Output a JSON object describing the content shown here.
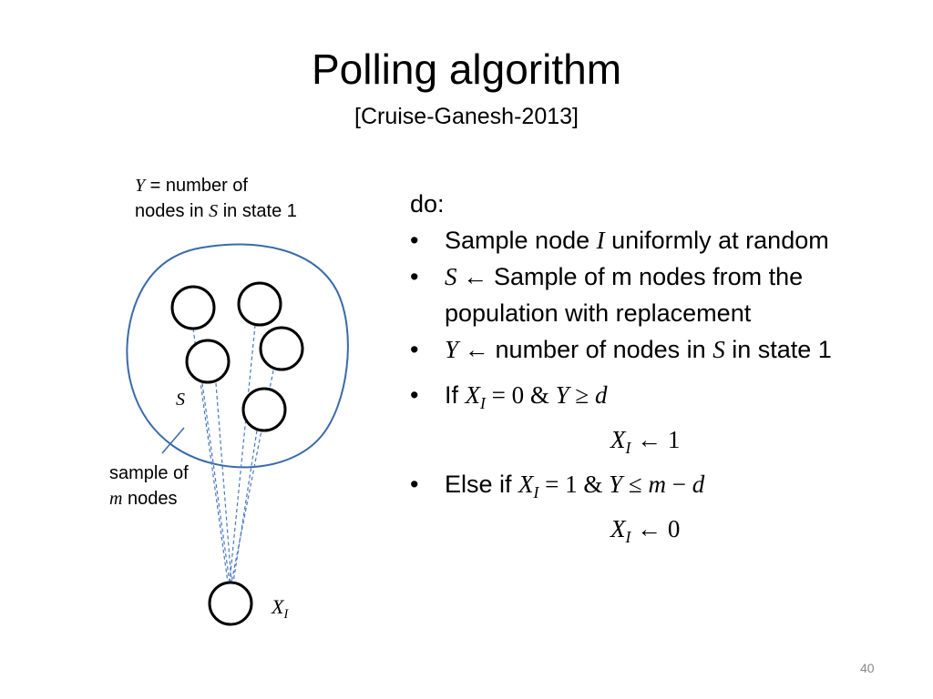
{
  "slide": {
    "title": "Polling algorithm",
    "subtitle": "[Cruise-Ganesh-2013]",
    "page_number": "40"
  },
  "diagram": {
    "y_label_var": "Y",
    "y_label_text1": " = number of",
    "y_label_text2a": "nodes in ",
    "y_label_var_s": "S",
    "y_label_text2b": " in state 1",
    "set_label": "S",
    "sample_label_line1": "sample of",
    "sample_label_var": "m",
    "sample_label_line2": " nodes",
    "xi_label_base": "X",
    "xi_label_sub": "I"
  },
  "algorithm": {
    "do_label": "do:",
    "bullet": "•",
    "step1_a": "Sample node ",
    "step1_var": "I",
    "step1_b": " uniformly at random",
    "step2_var": "S",
    "step2_arrow": " ← ",
    "step2_a": "Sample of m nodes from the",
    "step2_b": "population with replacement",
    "step3_var": "Y",
    "step3_arrow": " ← ",
    "step3_a": "number of nodes in ",
    "step3_var2": "S",
    "step3_b": " in state 1",
    "if_label": "If ",
    "if_cond_x": "X",
    "if_cond_sub": "I",
    "if_cond_rest1": " = 0 & ",
    "if_cond_y": "Y",
    "if_cond_rest2": " ≥ ",
    "if_cond_d": "d",
    "if_assign_x": "X",
    "if_assign_sub": "I",
    "if_assign_rest": " ← 1",
    "else_label": "Else if ",
    "else_cond_x": "X",
    "else_cond_sub": "I",
    "else_cond_rest1": " = 1 & ",
    "else_cond_y": "Y",
    "else_cond_rest2": " ≤ ",
    "else_cond_m": "m",
    "else_cond_rest3": " − ",
    "else_cond_d": "d",
    "else_assign_x": "X",
    "else_assign_sub": "I",
    "else_assign_rest": " ← 0"
  },
  "colors": {
    "blob_stroke": "#3a6aa8",
    "dashed_lines": "#4a78c0",
    "node_stroke": "#000000"
  }
}
